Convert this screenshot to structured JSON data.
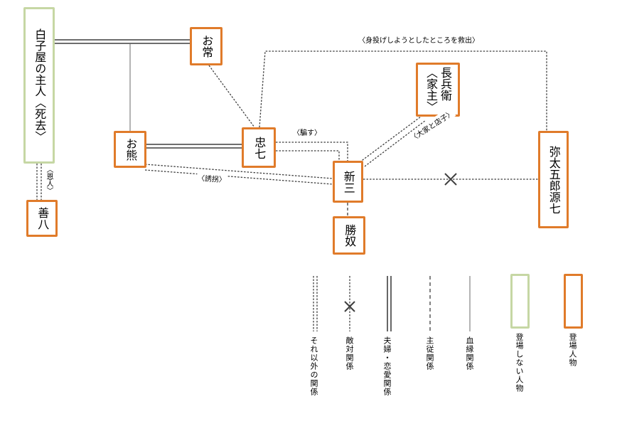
{
  "diagram": {
    "nodes": {
      "shirakoya_master": {
        "label": "白子屋の主人〈死去〉",
        "type": "non_appearing"
      },
      "otsune": {
        "label": "お常",
        "type": "appearing"
      },
      "chobei": {
        "label": "長兵衛",
        "sub": "〈家主〉",
        "type": "appearing"
      },
      "okuma": {
        "label": "お熊",
        "type": "appearing"
      },
      "chushichi": {
        "label": "忠七",
        "type": "appearing"
      },
      "shinza": {
        "label": "新三",
        "type": "appearing"
      },
      "katsuyakko": {
        "label": "勝奴",
        "type": "appearing"
      },
      "yatagoro_genshichi": {
        "label": "弥太五郎源七",
        "type": "appearing"
      },
      "zenpachi": {
        "label": "善八",
        "type": "appearing"
      }
    },
    "edge_labels": {
      "rescue": "〈身投げしようとしたところを救出〉",
      "deceive": "〈騙す〉",
      "landlord_tenant": "〈大家と店子〉",
      "kidnap": "〈誘拐〉",
      "benefactor": "〈恩人〉"
    },
    "edges": [
      {
        "from": "白子屋の主人",
        "to": "お常",
        "type": "夫婦・恋愛関係"
      },
      {
        "from": "白子屋の主人・お常",
        "to": "お熊",
        "type": "血縁関係"
      },
      {
        "from": "お熊",
        "to": "忠七",
        "type": "夫婦・恋愛関係"
      },
      {
        "from": "お常",
        "to": "忠七",
        "type": "それ以外の関係"
      },
      {
        "from": "忠七",
        "to": "新三",
        "type": "それ以外の関係",
        "label": "〈騙す〉"
      },
      {
        "from": "お熊",
        "to": "新三",
        "type": "それ以外の関係",
        "label": "〈誘拐〉"
      },
      {
        "from": "新三",
        "to": "長兵衛",
        "type": "それ以外の関係",
        "label": "〈大家と店子〉"
      },
      {
        "from": "弥太五郎源七",
        "to": "忠七",
        "type": "それ以外の関係",
        "label": "〈身投げしようとしたところを救出〉"
      },
      {
        "from": "新三",
        "to": "弥太五郎源七",
        "type": "敵対関係"
      },
      {
        "from": "新三",
        "to": "勝奴",
        "type": "主従関係"
      },
      {
        "from": "善八",
        "to": "白子屋の主人",
        "type": "それ以外の関係",
        "label": "〈恩人〉"
      }
    ]
  },
  "legend": {
    "items": [
      {
        "label": "それ以外の関係",
        "symbol": "fine-dashed-double-line"
      },
      {
        "label": "敵対関係",
        "symbol": "dashed-line-with-x"
      },
      {
        "label": "夫婦・恋愛関係",
        "symbol": "double-solid-line"
      },
      {
        "label": "主従関係",
        "symbol": "dashed-line"
      },
      {
        "label": "血縁関係",
        "symbol": "solid-line"
      },
      {
        "label": "登場しない人物",
        "symbol": "pale-green-outline-box"
      },
      {
        "label": "登場人物",
        "symbol": "orange-outline-box"
      }
    ]
  },
  "colors": {
    "appearing_border": "#e07b2a",
    "non_appearing_border": "#c6d7a4",
    "line": "#3f3f3f"
  }
}
